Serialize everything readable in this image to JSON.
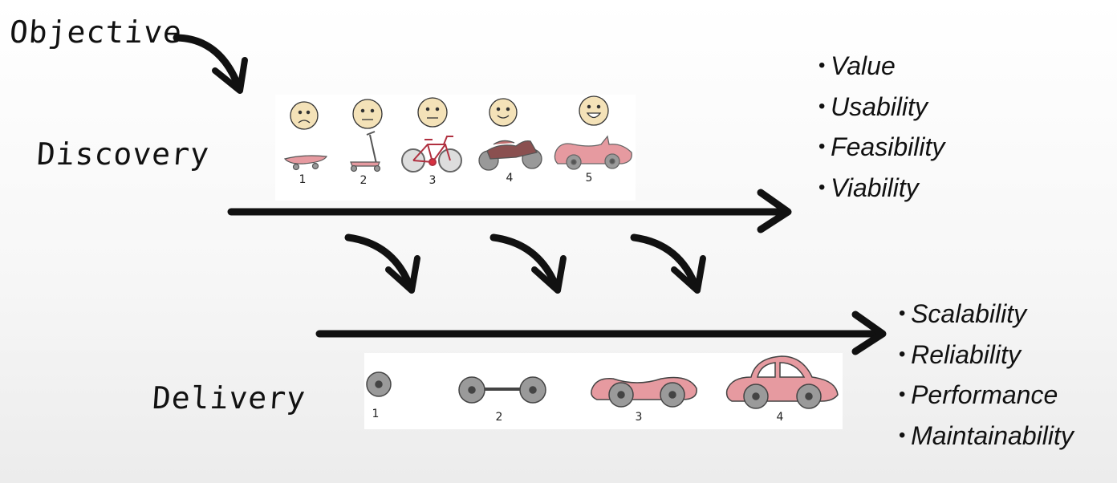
{
  "labels": {
    "objective": "Objective",
    "discovery": "Discovery",
    "delivery": "Delivery"
  },
  "discovery": {
    "steps": [
      {
        "number": "1",
        "vehicle": "skateboard",
        "face": "sad"
      },
      {
        "number": "2",
        "vehicle": "scooter",
        "face": "neutral"
      },
      {
        "number": "3",
        "vehicle": "bicycle",
        "face": "neutral"
      },
      {
        "number": "4",
        "vehicle": "motorcycle",
        "face": "smile"
      },
      {
        "number": "5",
        "vehicle": "convertible-car",
        "face": "big-smile"
      }
    ],
    "qualities": [
      "Value",
      "Usability",
      "Feasibility",
      "Viability"
    ]
  },
  "delivery": {
    "steps": [
      {
        "number": "1",
        "part": "wheel"
      },
      {
        "number": "2",
        "part": "axle"
      },
      {
        "number": "3",
        "part": "chassis"
      },
      {
        "number": "4",
        "part": "car"
      }
    ],
    "qualities": [
      "Scalability",
      "Reliability",
      "Performance",
      "Maintainability"
    ]
  },
  "colors": {
    "ink": "#111111",
    "car_pink": "#e69aa0",
    "wheel_gray": "#9a9a9a",
    "face_skin": "#f4e2b8"
  }
}
